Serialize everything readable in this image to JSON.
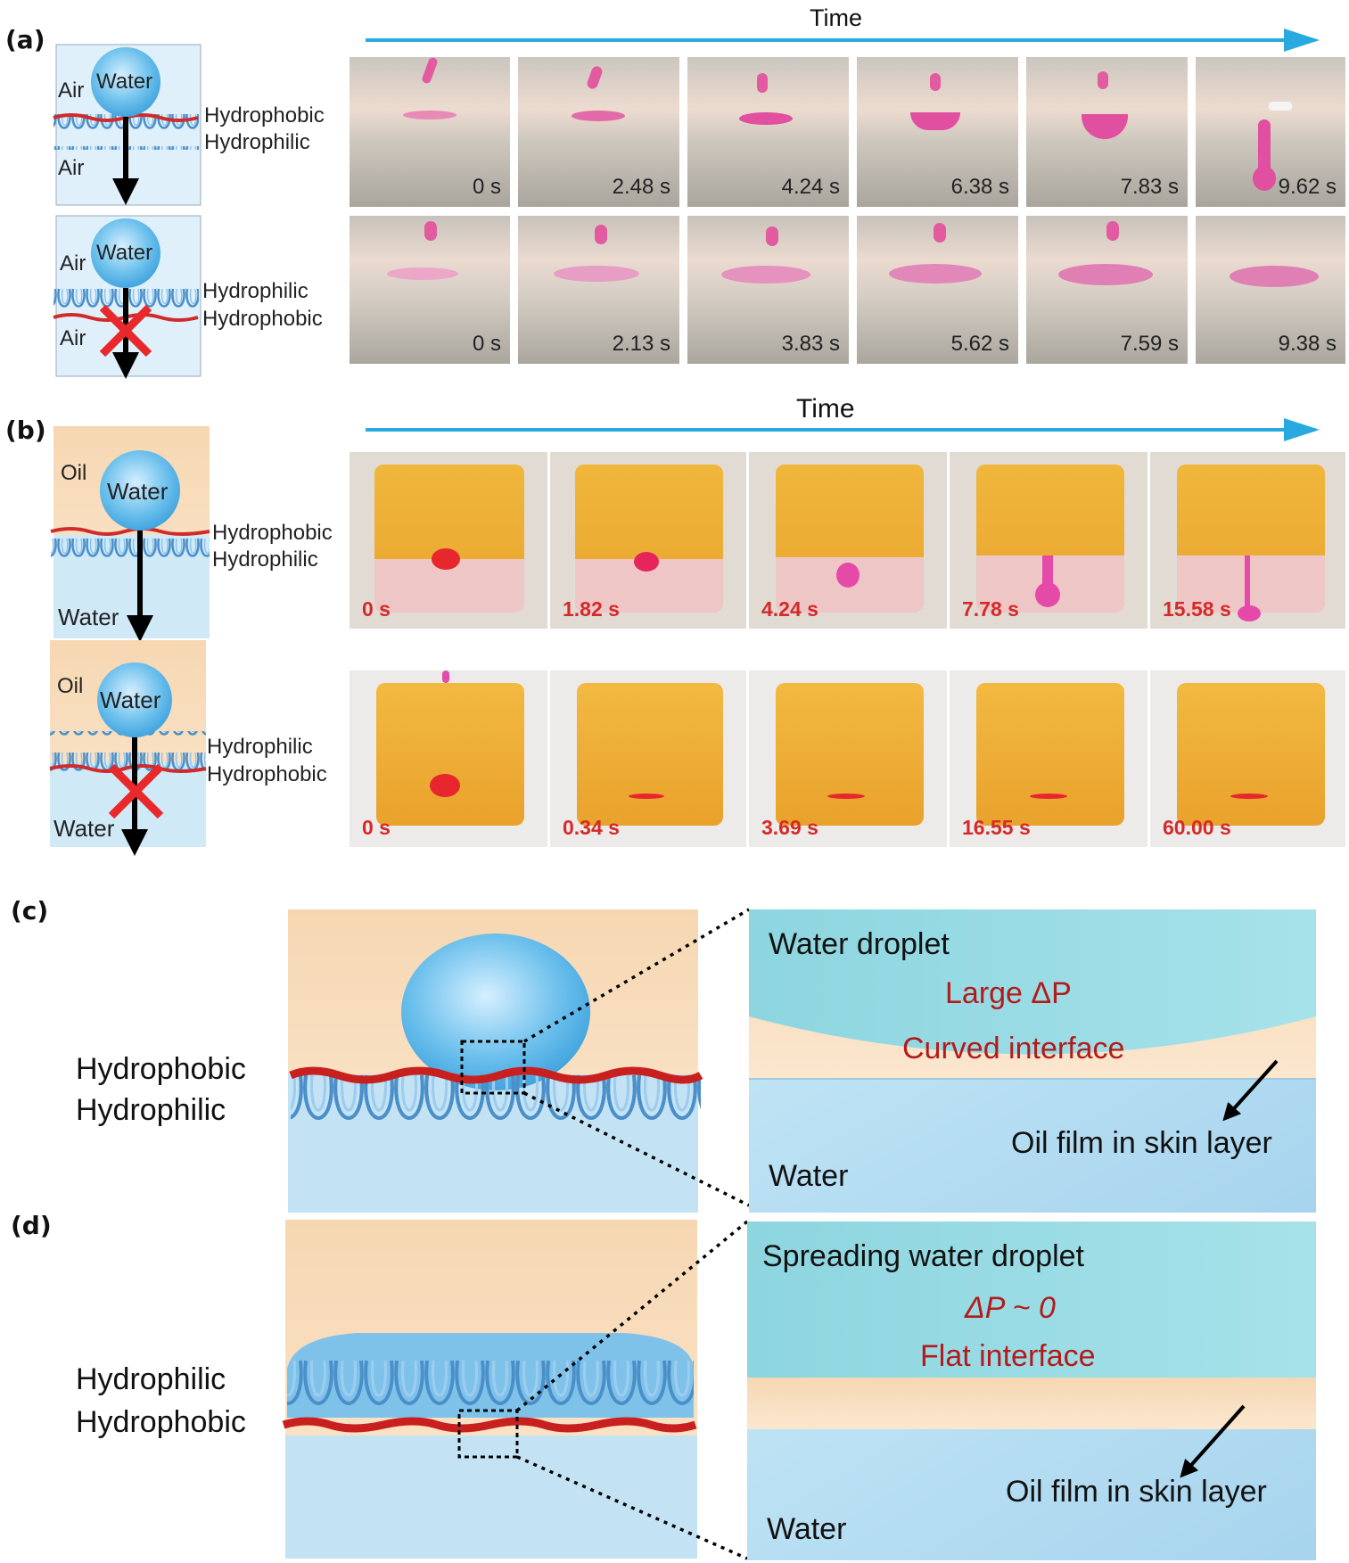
{
  "panels": {
    "a": "(a)",
    "b": "(b)",
    "c": "(c)",
    "d": "(d)"
  },
  "a": {
    "time_label": "Time",
    "schem1": {
      "air_top": "Air",
      "water": "Water",
      "layer_top": "Hydrophobic",
      "layer_bottom": "Hydrophilic",
      "air_bottom": "Air"
    },
    "schem2": {
      "air_top": "Air",
      "water": "Water",
      "layer_top": "Hydrophilic",
      "layer_bottom": "Hydrophobic",
      "air_bottom": "Air"
    },
    "row1": [
      "0 s",
      "2.48 s",
      "4.24 s",
      "6.38 s",
      "7.83 s",
      "9.62 s"
    ],
    "row2": [
      "0 s",
      "2.13 s",
      "3.83 s",
      "5.62 s",
      "7.59 s",
      "9.38 s"
    ]
  },
  "b": {
    "time_label": "Time",
    "schem1": {
      "oil": "Oil",
      "water": "Water",
      "layer_top": "Hydrophobic",
      "layer_bottom": "Hydrophilic",
      "water_bottom": "Water"
    },
    "schem2": {
      "oil": "Oil",
      "water": "Water",
      "layer_top": "Hydrophilic",
      "layer_bottom": "Hydrophobic",
      "water_bottom": "Water"
    },
    "row1": [
      "0 s",
      "1.82 s",
      "4.24 s",
      "7.78 s",
      "15.58 s"
    ],
    "row2": [
      "0 s",
      "0.34 s",
      "3.69 s",
      "16.55 s",
      "60.00 s"
    ]
  },
  "c": {
    "left_top": "Hydrophobic",
    "left_bottom": "Hydrophilic",
    "title": "Water droplet",
    "pressure": "Large ΔP",
    "interface": "Curved interface",
    "film": "Oil film in skin layer",
    "water": "Water"
  },
  "d": {
    "left_top": "Hydrophilic",
    "left_bottom": "Hydrophobic",
    "title": "Spreading water droplet",
    "pressure": "ΔP ~ 0",
    "interface": "Flat interface",
    "film": "Oil film in skin layer",
    "water": "Water"
  }
}
